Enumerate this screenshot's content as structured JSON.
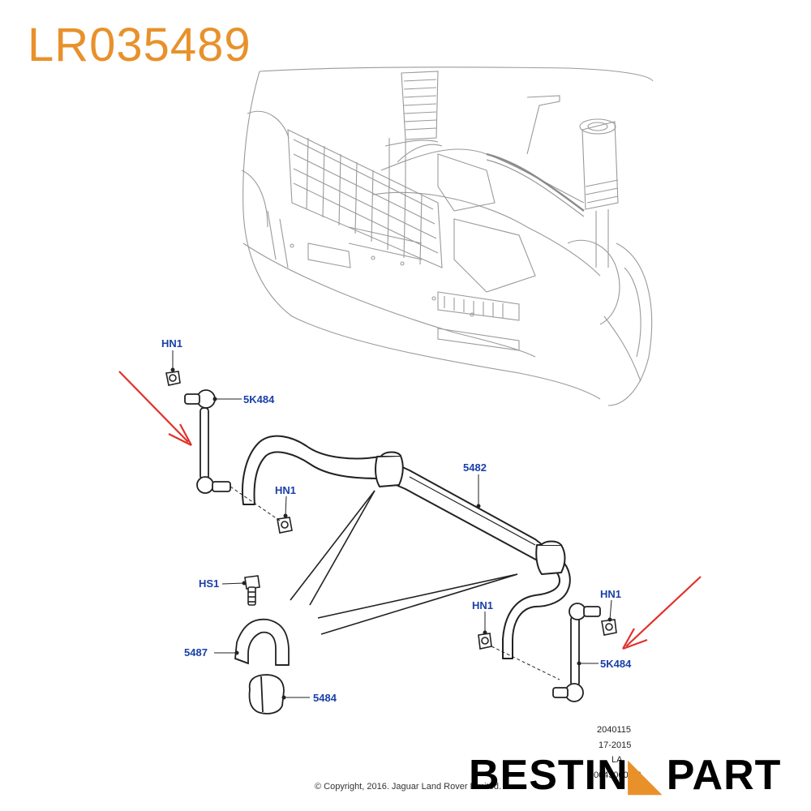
{
  "part_number": "LR035489",
  "colors": {
    "part_number": "#e8912b",
    "callout": "#1a3fa8",
    "arrow": "#e0312b",
    "line": "#7a7a7a"
  },
  "callouts": {
    "hn1_top": "HN1",
    "link_left": "5K484",
    "hn1_left_mid": "HN1",
    "bar": "5482",
    "hs1": "HS1",
    "clamp": "5487",
    "bushing": "5484",
    "hn1_right_mid": "HN1",
    "hn1_right": "HN1",
    "link_right": "5K484"
  },
  "meta": {
    "line1": "2040115",
    "line2": "17-2015",
    "line3": "LA",
    "line4": "C0045000-03"
  },
  "copyright": "© Copyright, 2016. Jaguar Land Rover Limited.",
  "logo": {
    "part1": "BESTIN",
    "part2": "PART"
  },
  "icons": [
    "red-arrow-icon",
    "stabilizer-bar-icon",
    "stabilizer-link-icon",
    "nut-icon",
    "bolt-icon",
    "clamp-icon",
    "bushing-icon"
  ]
}
